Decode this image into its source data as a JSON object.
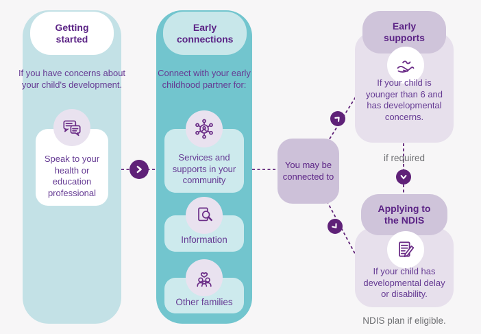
{
  "palette": {
    "background": "#f7f6f7",
    "teal_light": "#c3e1e6",
    "teal_mid": "#72c5ce",
    "teal_pale": "#cdeaed",
    "lavender": "#cdc1d9",
    "lavender_pale": "#e7e0ec",
    "lavender_pill": "#cfc4da",
    "icon_circle": "#e9e2ef",
    "arrow_badge": "#5f2178",
    "heading_text": "#5b2385",
    "body_text": "#653a93",
    "gray_text": "#6d6e71"
  },
  "getting_started": {
    "title": "Getting started",
    "intro": "If you have concerns about your child's development.",
    "card": {
      "icon": "chat-icon",
      "label": "Speak to your health or education professional"
    }
  },
  "early_connections": {
    "title": "Early connections",
    "intro": "Connect with your early childhood partner for:",
    "cards": [
      {
        "icon": "community-network-icon",
        "label": "Services and supports in your community"
      },
      {
        "icon": "information-search-icon",
        "label": "Information"
      },
      {
        "icon": "families-icon",
        "label": "Other families"
      }
    ]
  },
  "hub": {
    "label": "You may be connected to"
  },
  "early_supports": {
    "title": "Early supports",
    "icon": "helping-hand-icon",
    "body": "If your child is younger than 6 and has developmental concerns.",
    "note": "if required"
  },
  "applying_ndis": {
    "title": "Applying to the NDIS",
    "icon": "application-form-icon",
    "body": "If your child has developmental delay or disability.",
    "footnote": "NDIS plan if eligible."
  }
}
